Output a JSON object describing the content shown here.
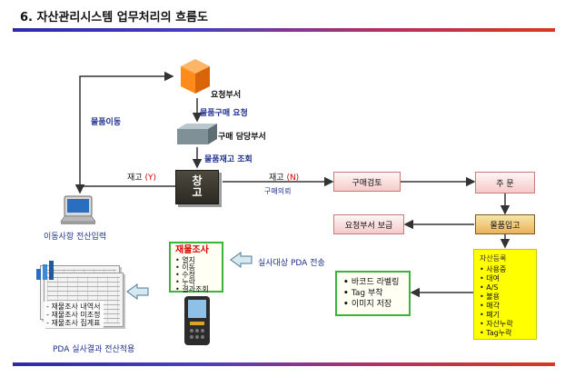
{
  "title": "6.  자산관리시스템 업무처리의 흐름도",
  "nodes": {
    "request_dept": "요청부서",
    "purchase_request": "물품구매 요청",
    "purchase_dept": "구매 담당부서",
    "stock_query": "물품재고 조회",
    "warehouse": "창\n고",
    "item_move": "물품이동",
    "stock_y": "재고",
    "stock_y_flag": "(Y)",
    "stock_n": "재고",
    "stock_n_flag": "(N)",
    "purchase_consult": "구매의뢰",
    "purchase_review": "구매검토",
    "order": "주 문",
    "receiving": "물품입고",
    "report_to_dept": "요청부서 보급",
    "move_input": "이동사항 전산입력",
    "pda_send": "실사대상 PDA 전송",
    "pda_result": "PDA 실사결과 전산적용"
  },
  "inventory_check": {
    "title": "재물조사",
    "items": [
      "열지",
      "이동",
      "수정",
      "누락",
      "결과조회"
    ]
  },
  "asset_register": {
    "title": "자산등록",
    "items": [
      "사용중",
      "대여",
      "A/S",
      "불용",
      "매각",
      "폐기",
      "자산누락",
      "Tag누락"
    ]
  },
  "barcode_box": {
    "items": [
      "바코드 라벨링",
      "Tag 부착",
      "이미지 저장"
    ]
  },
  "report_items": [
    "재물조사 내역서",
    "재물조사 미조정",
    "재물조사 집계표"
  ],
  "icons": {
    "cube": "orange-cube-icon",
    "server": "server-icon",
    "computer": "computer-icon",
    "pda": "pda-device-icon",
    "report": "report-sheets-icon"
  },
  "colors": {
    "cube": "#ff8c1a",
    "flow_box_border": "#c87b7b",
    "receiving_box": "#ecb25b",
    "list_box_border": "#3cb43c",
    "yellow_box": "#ffff00",
    "label_blue": "#1d2f8f",
    "flag_red": "#d40000"
  }
}
